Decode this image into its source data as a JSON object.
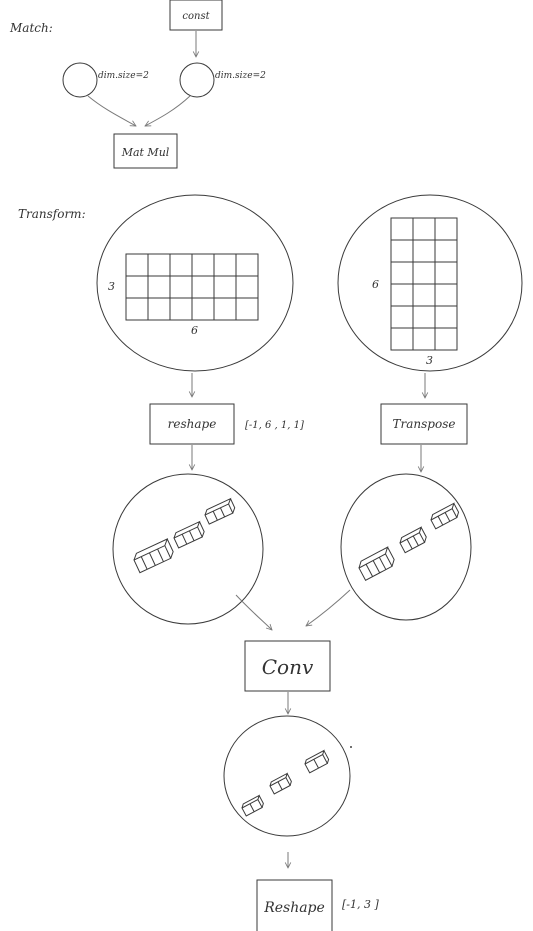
{
  "labels": {
    "match_title": "Match:",
    "const_box": "const",
    "dim_left": "dim.size=2",
    "dim_right": "dim.size=2",
    "matmul_box": "Mat Mul",
    "transform_title": "Transform:",
    "grid_left_rows": "3",
    "grid_left_cols": "6",
    "grid_right_rows": "6",
    "grid_right_cols": "3",
    "reshape_box": "reshape",
    "reshape_shape": "[-1, 6 , 1, 1]",
    "transpose_box": "Transpose",
    "conv_box": "Conv",
    "final_reshape_box": "Reshape",
    "final_reshape_shape": "[-1, 3 ]"
  }
}
